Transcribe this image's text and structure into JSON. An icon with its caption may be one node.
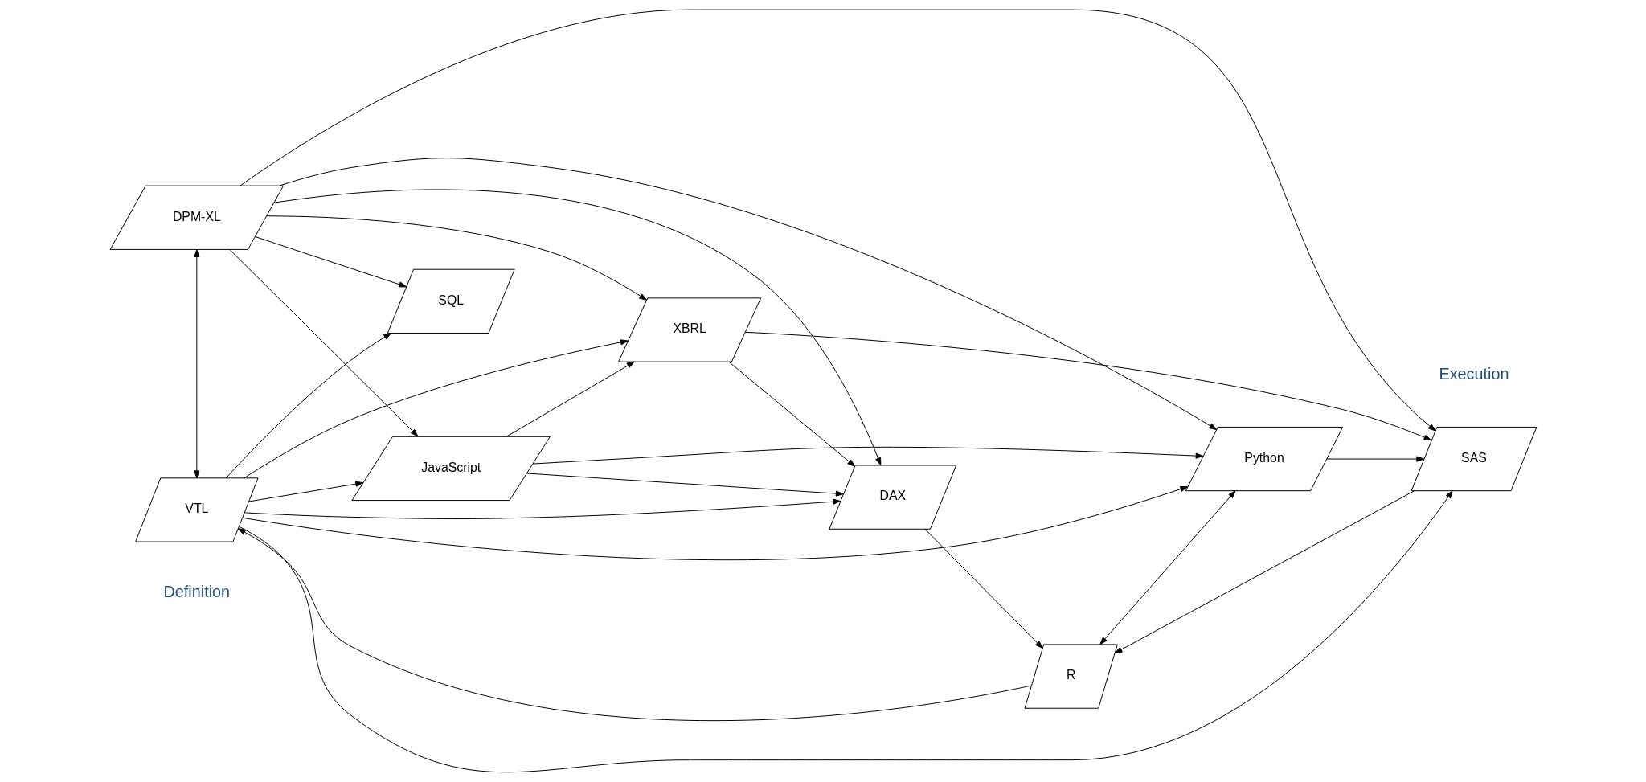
{
  "diagram": {
    "nodes": [
      {
        "text": [
          "JavaScript"
        ]
      },
      {
        "text": [
          "DAX"
        ]
      },
      {
        "text": [
          "DPM-XL"
        ]
      },
      {
        "text": [
          "SQL"
        ]
      },
      {
        "text": [
          "XBRL"
        ]
      },
      {
        "text": [
          "VTL"
        ]
      },
      {
        "text": [
          "SAS"
        ]
      },
      {
        "text": [
          "R"
        ]
      },
      {
        "text": [
          "Python"
        ]
      }
    ],
    "edges": [
      {
        "from": 0,
        "to": 1,
        "arrow": "to"
      },
      {
        "from": 2,
        "to": 0,
        "arrow": "to"
      },
      {
        "from": 2,
        "to": 1,
        "arrow": "to"
      },
      {
        "from": 2,
        "to": 3,
        "arrow": "to"
      },
      {
        "from": 2,
        "to": 4,
        "arrow": "to"
      },
      {
        "from": 2,
        "to": 6,
        "arrow": "to"
      },
      {
        "from": 2,
        "to": 8,
        "arrow": "to"
      },
      {
        "from": 2,
        "to": 5,
        "arrow": "both"
      },
      {
        "from": 5,
        "to": 0,
        "arrow": "to"
      },
      {
        "from": 5,
        "to": 1,
        "arrow": "to"
      },
      {
        "from": 5,
        "to": 3,
        "arrow": "to"
      },
      {
        "from": 5,
        "to": 4,
        "arrow": "to"
      },
      {
        "from": 5,
        "to": 6,
        "arrow": "to"
      },
      {
        "from": 5,
        "to": 8,
        "arrow": "to"
      },
      {
        "from": 0,
        "to": 8,
        "arrow": "to"
      },
      {
        "from": 0,
        "to": 4,
        "arrow": "to"
      },
      {
        "from": 1,
        "to": 7,
        "arrow": "to"
      },
      {
        "from": 4,
        "to": 1,
        "arrow": "to"
      },
      {
        "from": 4,
        "to": 6,
        "arrow": "to"
      },
      {
        "from": 6,
        "to": 7,
        "arrow": "to"
      },
      {
        "from": 8,
        "to": 6,
        "arrow": "to"
      },
      {
        "from": 7,
        "to": 5,
        "arrow": "to"
      },
      {
        "from": 7,
        "to": 8,
        "arrow": "both"
      }
    ],
    "labels": [
      "Definition",
      "Execution"
    ]
  }
}
